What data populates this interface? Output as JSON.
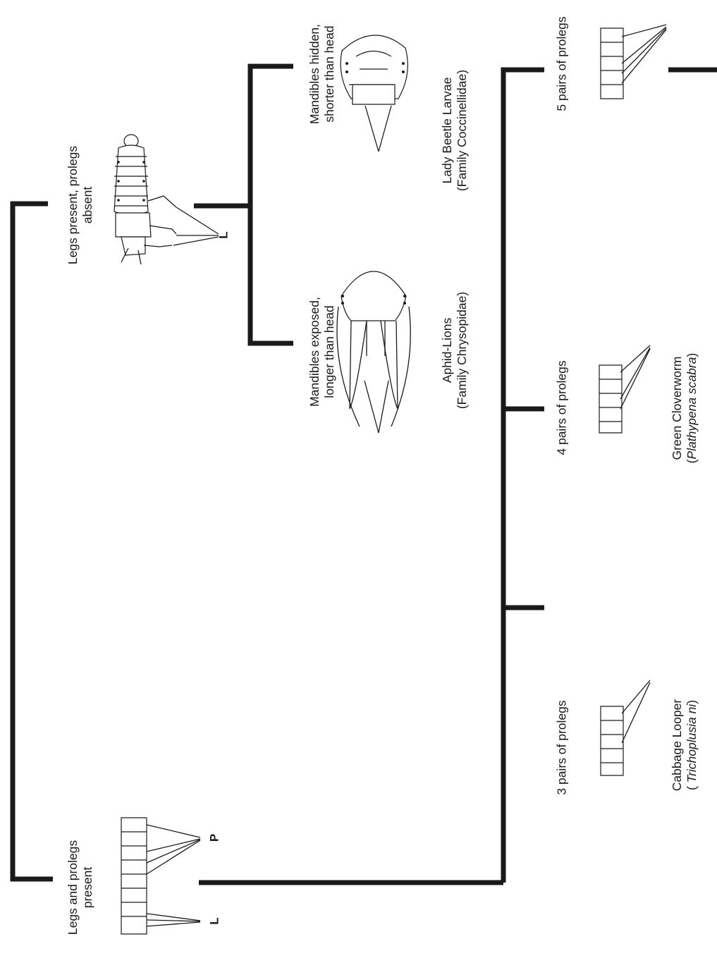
{
  "groups": {
    "legs_present": {
      "line1": "Legs present, prolegs",
      "line2": "absent"
    },
    "legs_prolegs": {
      "line1": "Legs  and prolegs",
      "line2": "present"
    }
  },
  "branches": {
    "hidden": {
      "line1": "Mandibles hidden,",
      "line2": "shorter than head"
    },
    "exposed": {
      "line1": "Mandibles exposed,",
      "line2": "longer than head"
    },
    "five": {
      "text": "5 pairs of prolegs"
    },
    "four": {
      "text": "4 pairs of prolegs"
    },
    "three": {
      "text": "3 pairs of prolegs"
    }
  },
  "taxa": {
    "lady_beetle": {
      "line1": "Lady Beetle Larvae",
      "line2": "(Family Coccinellidae)"
    },
    "aphid_lions": {
      "line1": "Aphid-Lions",
      "line2": "(Family Chrysopidae)"
    },
    "green_cloverworm": {
      "line1": "Green Cloverworm",
      "paren_open": "(",
      "sci": "Plathypena scabra",
      "paren_close": ")"
    },
    "cabbage_looper": {
      "line1": "Cabbage Looper",
      "paren_open": "( ",
      "sci": "Trichoplusia ni",
      "paren_close": ")"
    }
  },
  "pointer_letters": {
    "legs_top": "L",
    "prolegs_bottom": "P",
    "legs_bottom": "L"
  },
  "colors": {
    "ink": "#1a1a1a",
    "background": "#ffffff"
  }
}
